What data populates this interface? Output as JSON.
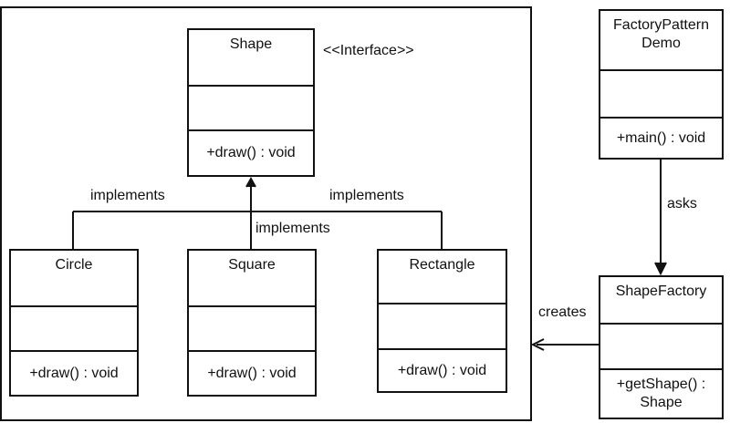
{
  "shape": {
    "name": "Shape",
    "stereotype": "<<Interface>>",
    "operation": "+draw() : void"
  },
  "circle": {
    "name": "Circle",
    "operation": "+draw() : void"
  },
  "square": {
    "name": "Square",
    "operation": "+draw() : void"
  },
  "rectangle": {
    "name": "Rectangle",
    "operation": "+draw() : void"
  },
  "demo": {
    "name": "FactoryPattern\nDemo",
    "operation": "+main() : void"
  },
  "factory": {
    "name": "ShapeFactory",
    "operation": "+getShape() :\nShape"
  },
  "relations": {
    "implements_left": "implements",
    "implements_center": "implements",
    "implements_right": "implements",
    "asks": "asks",
    "creates": "creates"
  }
}
